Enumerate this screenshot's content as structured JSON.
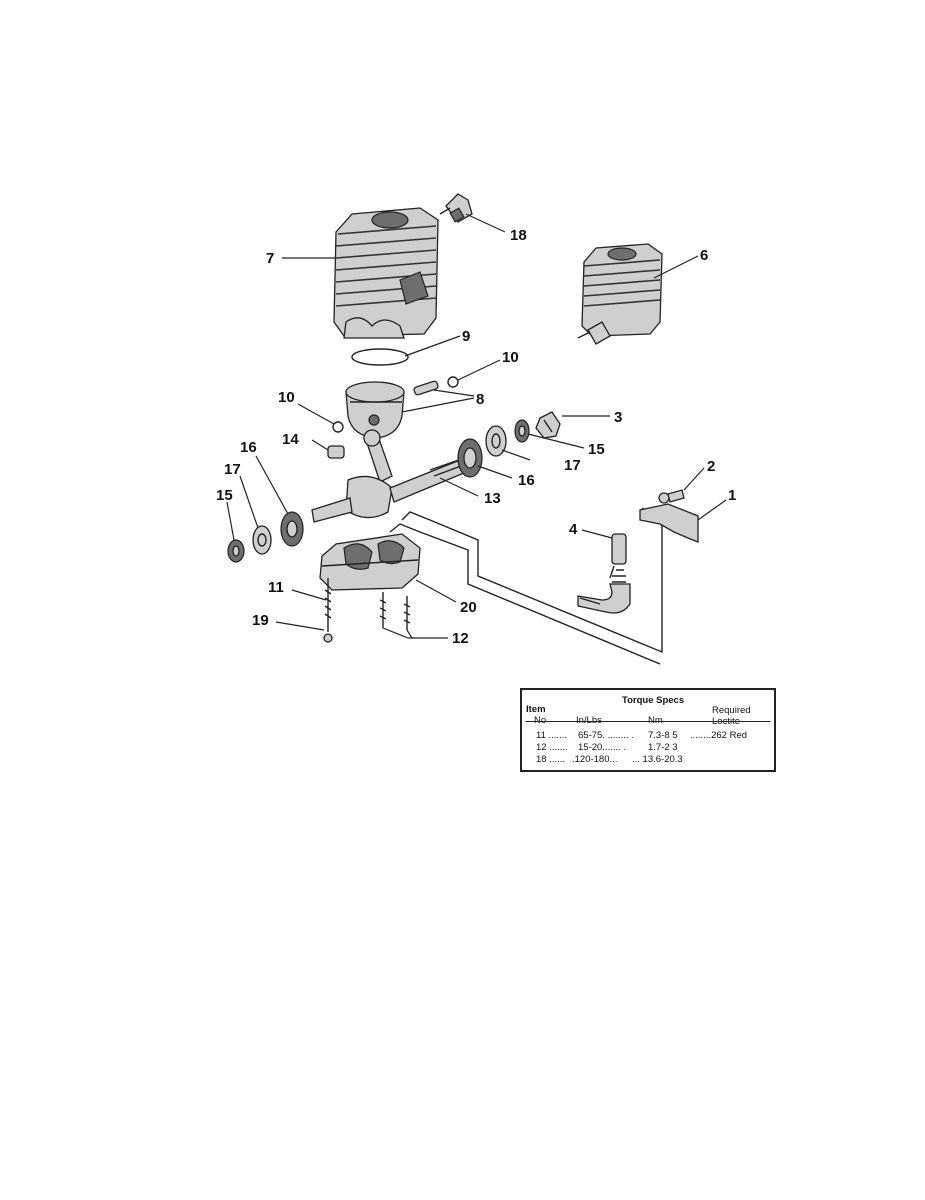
{
  "callouts": {
    "c1": "1",
    "c2": "2",
    "c3": "3",
    "c4": "4",
    "c6": "6",
    "c7": "7",
    "c8": "8",
    "c9": "9",
    "c10a": "10",
    "c10b": "10",
    "c11": "11",
    "c12": "12",
    "c13": "13",
    "c14": "14",
    "c15a": "15",
    "c15b": "15",
    "c16a": "16",
    "c16b": "16",
    "c17a": "17",
    "c17b": "17",
    "c18": "18",
    "c19": "19",
    "c20": "20"
  },
  "table": {
    "title": "Torque Specs",
    "col_item_1": "Item",
    "col_item_2": "No",
    "col_inlbs": "In/Lbs",
    "col_nm": "Nm",
    "col_req_1": "Required",
    "col_req_2": "Loctite",
    "rows": [
      {
        "item": "11 .......",
        "inlbs": "65-75. ........ .",
        "nm": "7.3-8 5",
        "loctite": "........262 Red"
      },
      {
        "item": "12 .......",
        "inlbs": "15-20....... .",
        "nm": "1.7-2 3",
        "loctite": ""
      },
      {
        "item": "18 ......",
        "inlbs": ".120-180...",
        "nm": "... 13.6-20.3",
        "loctite": ""
      }
    ]
  }
}
